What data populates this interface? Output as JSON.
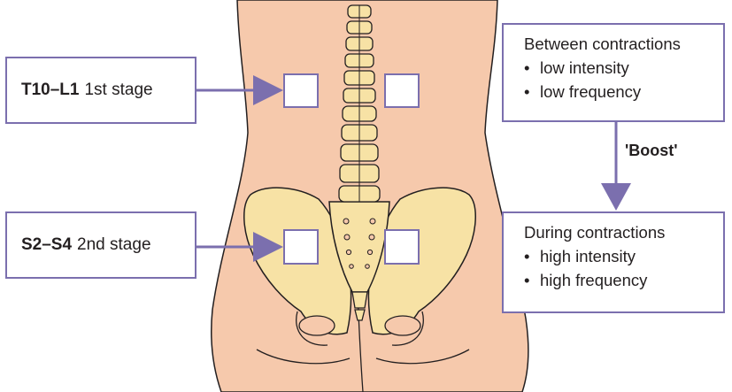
{
  "labels": {
    "stage1": {
      "level": "T10–L1",
      "stage": "1st stage"
    },
    "stage2": {
      "level": "S2–S4",
      "stage": "2nd stage"
    }
  },
  "between": {
    "title": "Between contractions",
    "items": [
      "low intensity",
      "low frequency"
    ]
  },
  "during": {
    "title": "During contractions",
    "items": [
      "high intensity",
      "high frequency"
    ]
  },
  "boost": "'Boost'",
  "colors": {
    "skin": "#f6c9ac",
    "bone": "#f7e2a5",
    "outline": "#231f20",
    "accent": "#7b6fae",
    "electrode": "#ffffff"
  }
}
